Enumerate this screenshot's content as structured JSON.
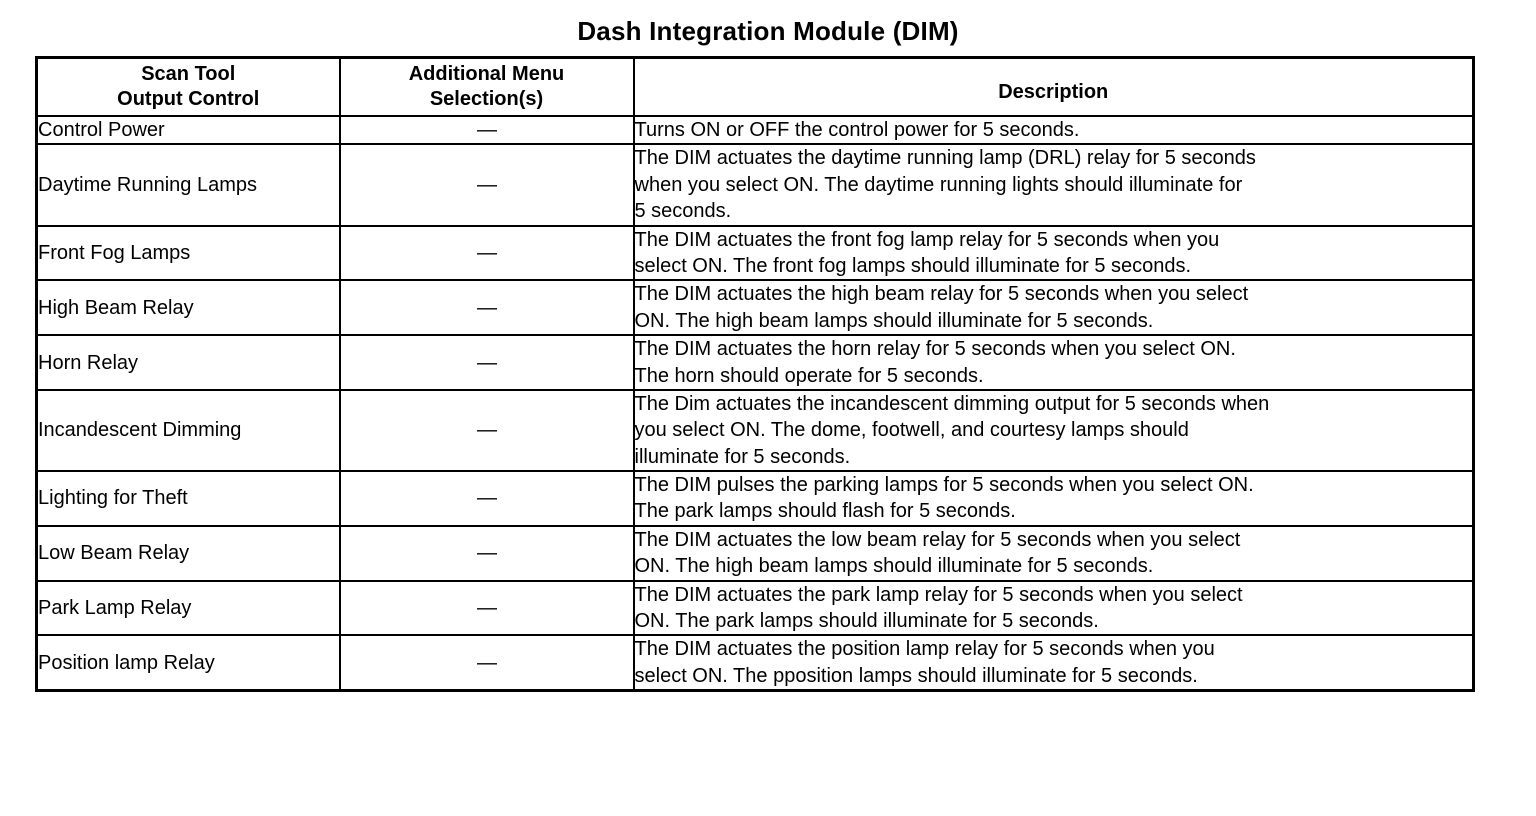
{
  "document": {
    "title": "Dash Integration Module (DIM)"
  },
  "table": {
    "headers": {
      "control": "Scan Tool\nOutput Control",
      "control_line1": "Scan Tool",
      "control_line2": "Output Control",
      "menu_line1": "Additional Menu",
      "menu_line2": "Selection(s)",
      "description": "Description"
    },
    "dash_symbol": "—",
    "rows": [
      {
        "control": "Control Power",
        "menu": "—",
        "description": "Turns ON or OFF the control power for 5 seconds.",
        "description_lines": [
          "Turns ON or OFF the control power for 5 seconds."
        ]
      },
      {
        "control": "Daytime Running Lamps",
        "menu": "—",
        "description": "The DIM actuates the daytime running lamp (DRL) relay for 5 seconds when you select ON. The daytime running lights should illuminate for 5 seconds.",
        "description_lines": [
          "The DIM actuates the daytime running lamp (DRL) relay for 5 seconds",
          "when you select ON. The daytime running lights should illuminate for",
          "5 seconds."
        ]
      },
      {
        "control": "Front Fog Lamps",
        "menu": "—",
        "description": "The DIM actuates the front fog lamp relay for 5 seconds when you select ON. The front fog lamps should illuminate for 5 seconds.",
        "description_lines": [
          "The DIM actuates the front fog lamp relay for 5 seconds when you",
          "select ON. The front fog lamps should illuminate for 5 seconds."
        ]
      },
      {
        "control": "High Beam Relay",
        "menu": "—",
        "description": "The DIM actuates the high beam relay for 5 seconds when you select ON. The high beam lamps should illuminate for 5 seconds.",
        "description_lines": [
          "The DIM actuates the high beam relay for 5 seconds when you select",
          "ON. The high beam lamps should illuminate for 5 seconds."
        ]
      },
      {
        "control": "Horn Relay",
        "menu": "—",
        "description": "The DIM actuates the horn relay for 5 seconds when you select ON. The horn should operate for 5 seconds.",
        "description_lines": [
          "The DIM actuates the horn relay for 5 seconds when you select ON.",
          "The horn should operate for 5 seconds."
        ]
      },
      {
        "control": "Incandescent Dimming",
        "menu": "—",
        "description": "The Dim actuates the incandescent dimming output for 5 seconds when you select ON. The dome, footwell, and courtesy lamps should illuminate for 5 seconds.",
        "description_lines": [
          "The Dim actuates the incandescent dimming output for 5 seconds when",
          "you select ON. The dome, footwell, and courtesy lamps should",
          "illuminate for 5 seconds."
        ]
      },
      {
        "control": "Lighting for Theft",
        "menu": "—",
        "description": "The DIM pulses the parking lamps for 5 seconds when you select ON. The park lamps should flash for 5 seconds.",
        "description_lines": [
          "The DIM pulses the parking lamps for 5 seconds when you select ON.",
          "The park lamps should flash for 5 seconds."
        ]
      },
      {
        "control": "Low Beam Relay",
        "menu": "—",
        "description": "The DIM actuates the low beam relay for 5 seconds when you select ON. The high beam lamps should illuminate for 5 seconds.",
        "description_lines": [
          "The DIM actuates the low beam relay for 5 seconds when you select",
          "ON. The high beam lamps should illuminate for 5 seconds."
        ]
      },
      {
        "control": "Park Lamp Relay",
        "menu": "—",
        "description": "The DIM actuates the park lamp relay for 5 seconds when you select ON. The park lamps should illuminate for 5 seconds.",
        "description_lines": [
          "The DIM actuates the park lamp relay for 5 seconds when you select",
          "ON. The park lamps should illuminate for 5 seconds."
        ]
      },
      {
        "control": "Position lamp Relay",
        "menu": "—",
        "description": "The DIM actuates the position lamp relay for 5 seconds when you select ON. The pposition lamps should illuminate for 5 seconds.",
        "description_lines": [
          "The DIM actuates the position lamp relay for 5 seconds when you",
          "select ON. The pposition lamps should illuminate for 5 seconds."
        ]
      }
    ]
  },
  "colors": {
    "text": "#000000",
    "background": "#ffffff",
    "border": "#000000"
  }
}
